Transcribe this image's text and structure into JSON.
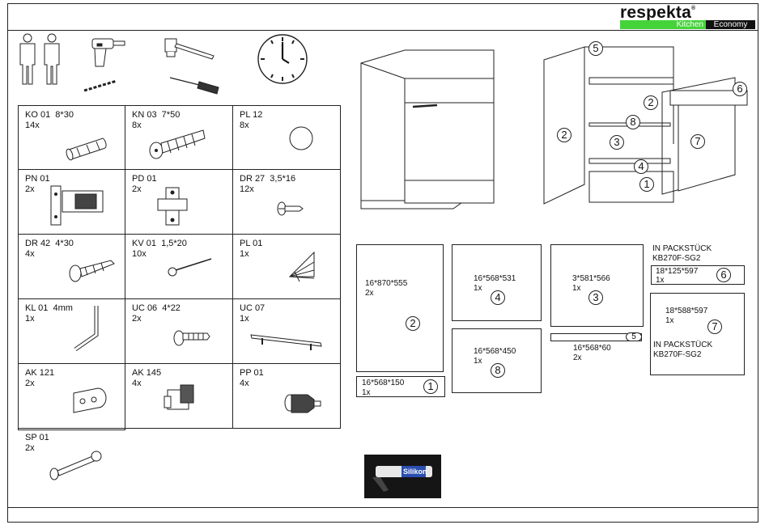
{
  "brand": {
    "name": "respekta",
    "mark": "®",
    "tag_left": "Kitchen",
    "tag_right": "Economy",
    "accent": "#45d33a"
  },
  "tools": [
    {
      "icon": "two-persons-icon"
    },
    {
      "icon": "drill-icon"
    },
    {
      "icon": "hammer-icon"
    },
    {
      "icon": "screwdriver-icon"
    },
    {
      "icon": "clock-icon"
    }
  ],
  "parts": [
    {
      "code": "KO 01  8*30",
      "qty": "14x",
      "icon": "wooden-dowel-icon"
    },
    {
      "code": "KN 03  7*50",
      "qty": "8x",
      "icon": "wall-plug-icon"
    },
    {
      "code": "PL 12",
      "qty": "8x",
      "icon": "cover-cap-icon"
    },
    {
      "code": "PN 01",
      "qty": "2x",
      "icon": "hinge-icon"
    },
    {
      "code": "PD 01",
      "qty": "2x",
      "icon": "hinge-plate-icon"
    },
    {
      "code": "DR 27  3,5*16",
      "qty": "12x",
      "icon": "short-screw-icon"
    },
    {
      "code": "DR 42  4*30",
      "qty": "4x",
      "icon": "long-screw-icon"
    },
    {
      "code": "KV 01  1,5*20",
      "qty": "10x",
      "icon": "nail-icon"
    },
    {
      "code": "PL 01",
      "qty": "1x",
      "icon": "plastic-foot-icon"
    },
    {
      "code": "KL 01  4mm",
      "qty": "1x",
      "icon": "allen-key-icon"
    },
    {
      "code": "UC 06  4*22",
      "qty": "2x",
      "icon": "handle-screw-icon"
    },
    {
      "code": "UC 07",
      "qty": "1x",
      "icon": "bar-handle-icon"
    },
    {
      "code": "AK 121",
      "qty": "2x",
      "icon": "bracket-icon"
    },
    {
      "code": "AK 145",
      "qty": "4x",
      "icon": "hanging-fitting-icon"
    },
    {
      "code": "PP 01",
      "qty": "4x",
      "icon": "leveling-foot-icon"
    },
    {
      "code": "SP 01",
      "qty": "2x",
      "icon": "wall-anchor-icon"
    }
  ],
  "exploded_labels": [
    "5",
    "6",
    "2",
    "8",
    "2",
    "3",
    "7",
    "4",
    "1"
  ],
  "panels": {
    "p2": {
      "dims": "16*870*555",
      "qty": "2x",
      "num": "2"
    },
    "p1": {
      "dims": "16*568*150",
      "qty": "1x",
      "num": "1"
    },
    "p4": {
      "dims": "16*568*531",
      "qty": "1x",
      "num": "4"
    },
    "p8": {
      "dims": "16*568*450",
      "qty": "1x",
      "num": "8"
    },
    "p3": {
      "dims": "3*581*566",
      "qty": "1x",
      "num": "3"
    },
    "p5": {
      "dims": "16*568*60",
      "qty": "2x",
      "num": "5"
    },
    "p6": {
      "note": "IN PACKSTÜCK",
      "code": "KB270F-SG2",
      "dims": "18*125*597",
      "qty": "1x",
      "num": "6"
    },
    "p7": {
      "dims": "18*588*597",
      "qty": "1x",
      "num": "7",
      "note": "IN PACKSTÜCK",
      "code": "KB270F-SG2"
    }
  },
  "silicone_label": "Silikon"
}
